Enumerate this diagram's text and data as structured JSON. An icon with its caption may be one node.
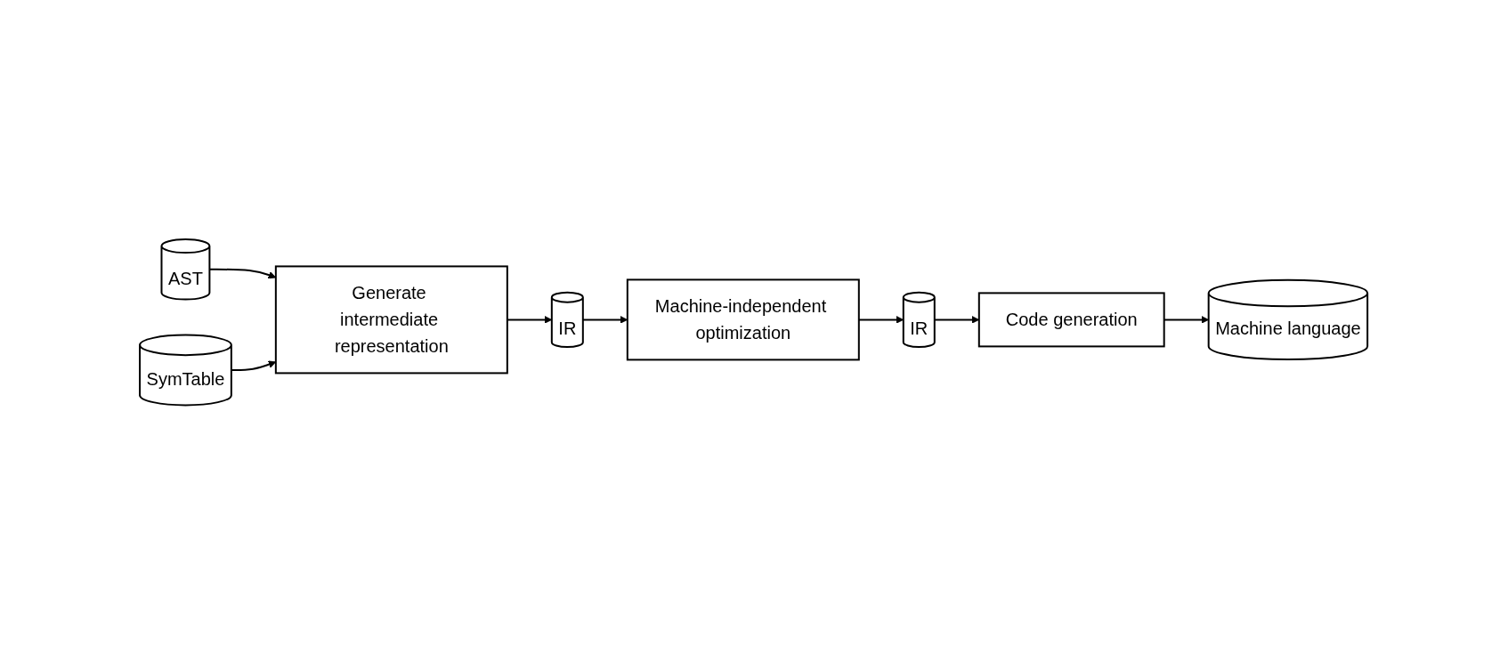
{
  "diagram": {
    "nodes": [
      {
        "text": [
          "AST"
        ]
      },
      {
        "text": [
          "SymTable"
        ]
      },
      {
        "text": [
          "Generate intermediate representation"
        ]
      },
      {
        "text": [
          "IR"
        ]
      },
      {
        "text": [
          "Machine-independent optimization"
        ]
      },
      {
        "text": [
          "IR"
        ]
      },
      {
        "text": [
          "Code generation"
        ]
      },
      {
        "text": [
          "Machine language"
        ]
      }
    ],
    "edges": [
      {
        "from": 0,
        "to": 2,
        "arrow": "to"
      },
      {
        "from": 1,
        "to": 2,
        "arrow": "to"
      },
      {
        "from": 2,
        "to": 3,
        "arrow": "to"
      },
      {
        "from": 3,
        "to": 4,
        "arrow": "to"
      },
      {
        "from": 4,
        "to": 5,
        "arrow": "to"
      },
      {
        "from": 5,
        "to": 6,
        "arrow": "to"
      },
      {
        "from": 6,
        "to": 7,
        "arrow": "to"
      }
    ]
  }
}
